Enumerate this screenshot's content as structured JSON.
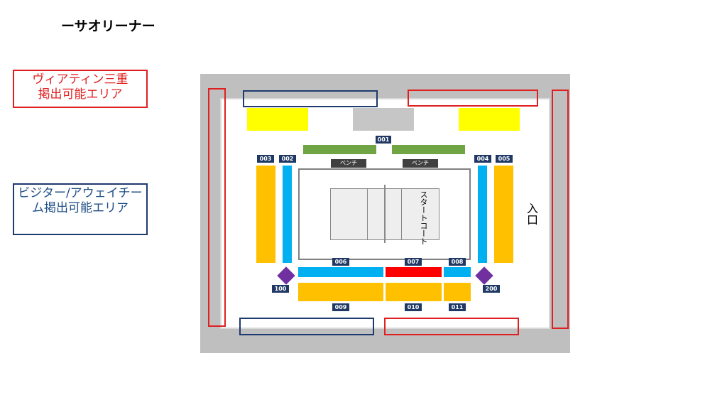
{
  "title": "ーサオリーナー",
  "legend": {
    "home": "ヴィアティン三重\n掲出可能エリア",
    "away": "ビジター/アウェイチーム掲出可能エリア",
    "home_color": "#e02020",
    "away_color": "#1f3a6e"
  },
  "venue": {
    "entrance": "入口",
    "court_label": "スタートコート",
    "benches": [
      "ベンチ",
      "ベンチ"
    ],
    "sections": {
      "s001": "001",
      "s002": "002",
      "s003": "003",
      "s004": "004",
      "s005": "005",
      "s006": "006",
      "s007": "007",
      "s008": "008",
      "s009": "009",
      "s010": "010",
      "s011": "011",
      "s100": "100",
      "s200": "200"
    }
  }
}
